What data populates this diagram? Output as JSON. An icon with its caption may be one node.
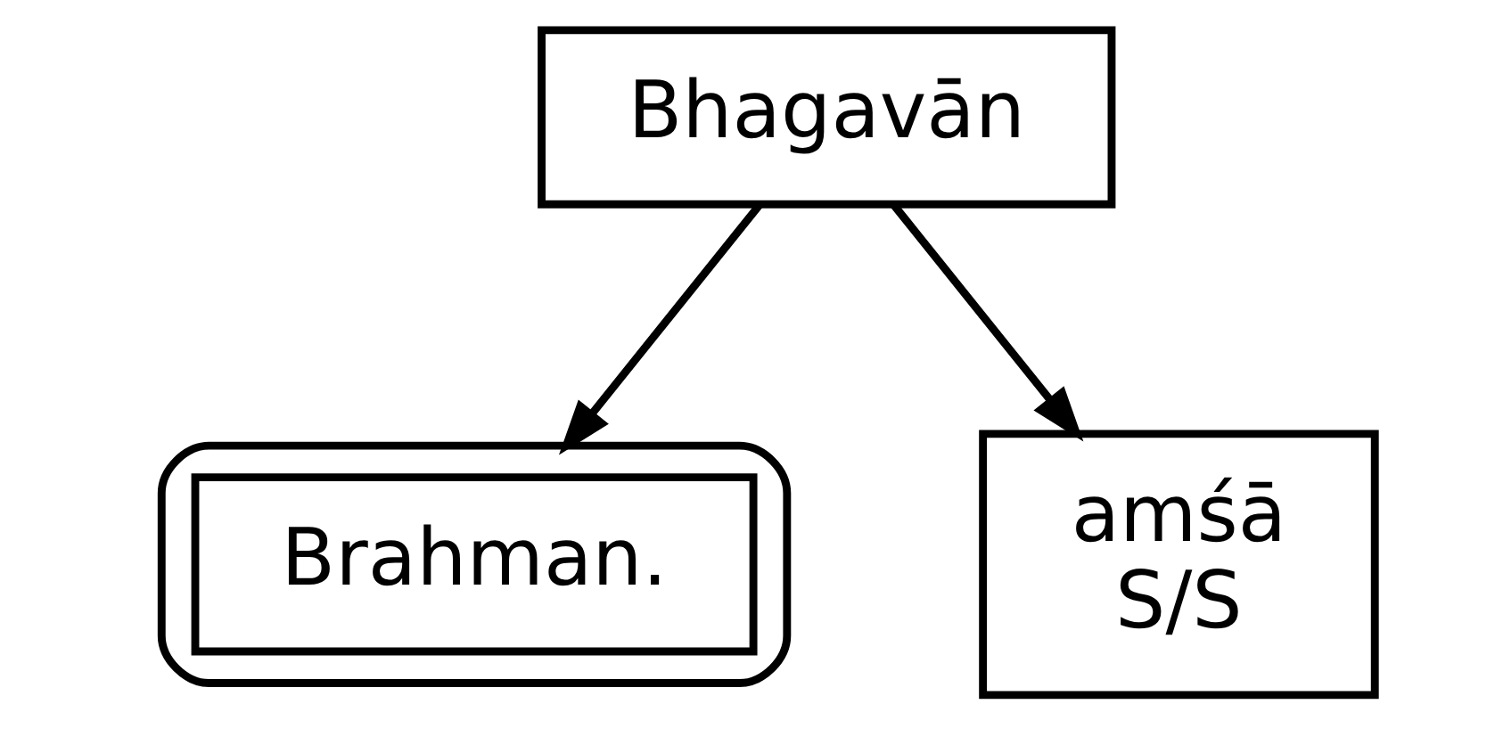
{
  "diagram": {
    "nodes": [
      {
        "text": [
          "Bhagavān"
        ]
      },
      {
        "text": [],
        "shape": "box"
      },
      {
        "text": [
          "Brahman."
        ],
        "in": 1
      },
      {
        "text": [
          "amśā",
          "S/S"
        ]
      }
    ],
    "edges": [
      {
        "from": 0,
        "to": 1,
        "arrow": "to"
      },
      {
        "from": 0,
        "to": 3,
        "arrow": "to"
      }
    ]
  }
}
